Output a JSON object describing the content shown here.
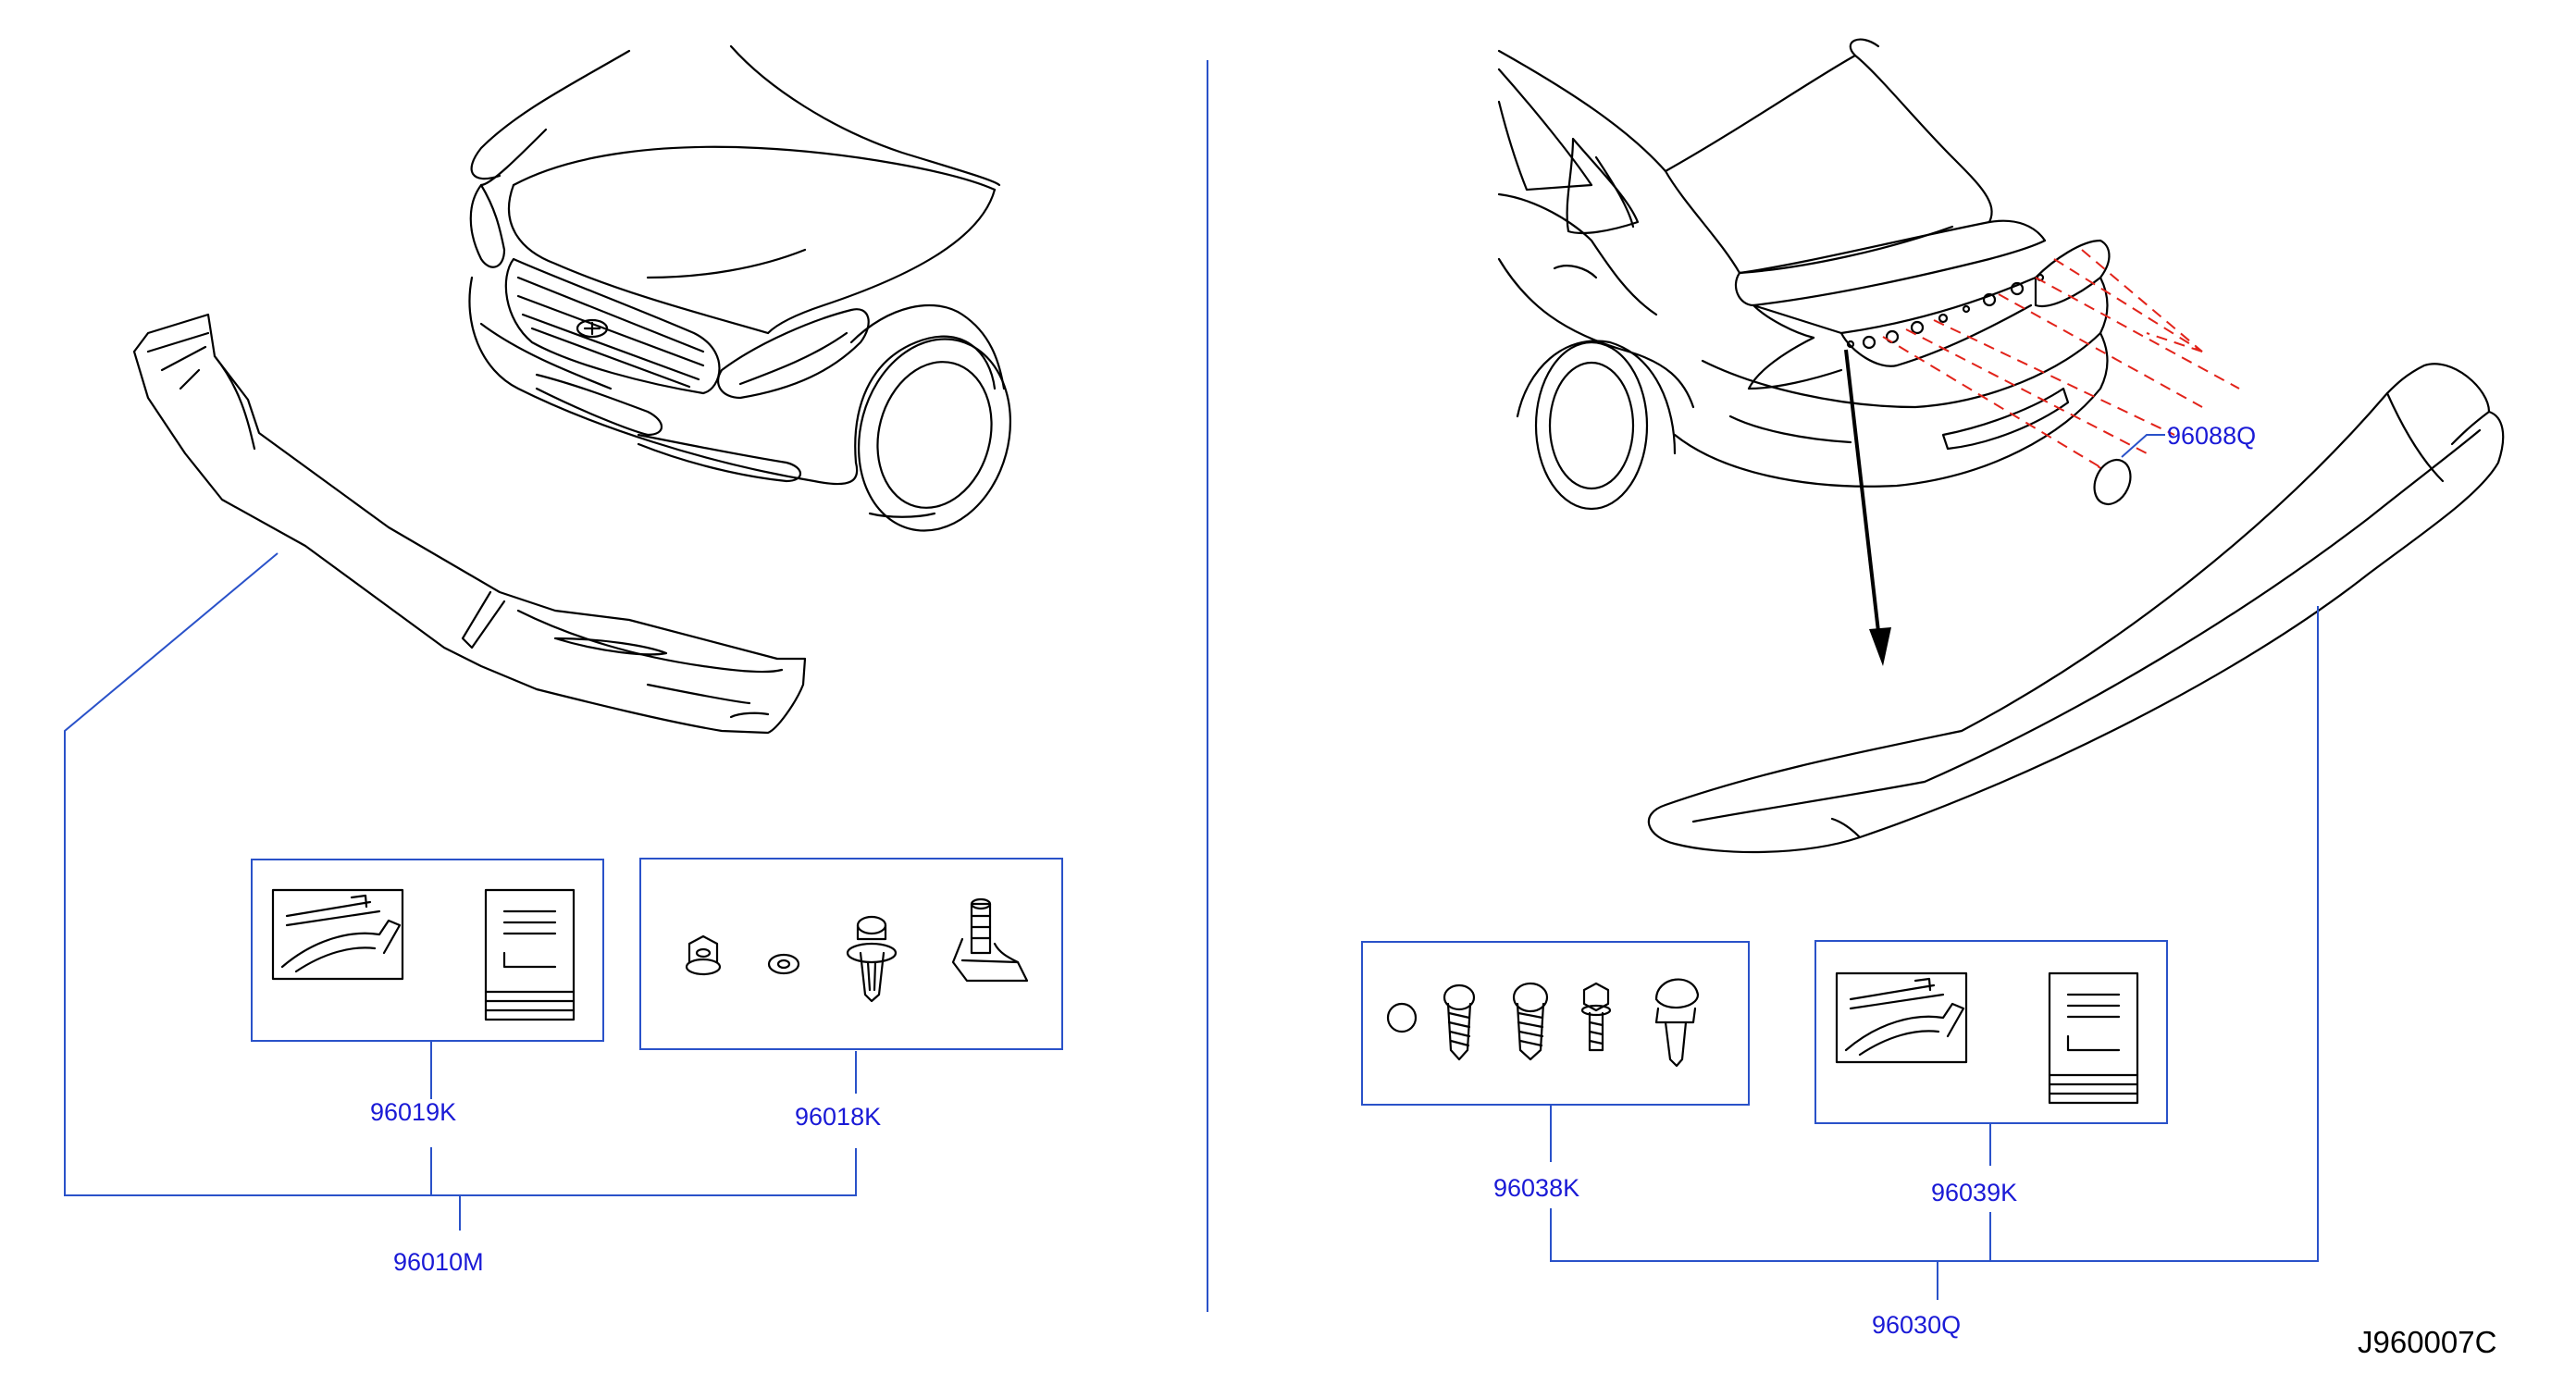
{
  "labels": {
    "front_kit": "96010M",
    "front_instructions": "96019K",
    "front_hardware": "96018K",
    "rear_kit": "96030Q",
    "rear_hardware": "96038K",
    "rear_instructions": "96039K",
    "emblem_cap": "96088Q"
  },
  "figure_ref": "J960007C",
  "colors": {
    "callout_text": "#1a1ad6",
    "leader_lines": "#2a52c9",
    "dashed_guides": "#e2231a",
    "line_art": "#000000"
  }
}
